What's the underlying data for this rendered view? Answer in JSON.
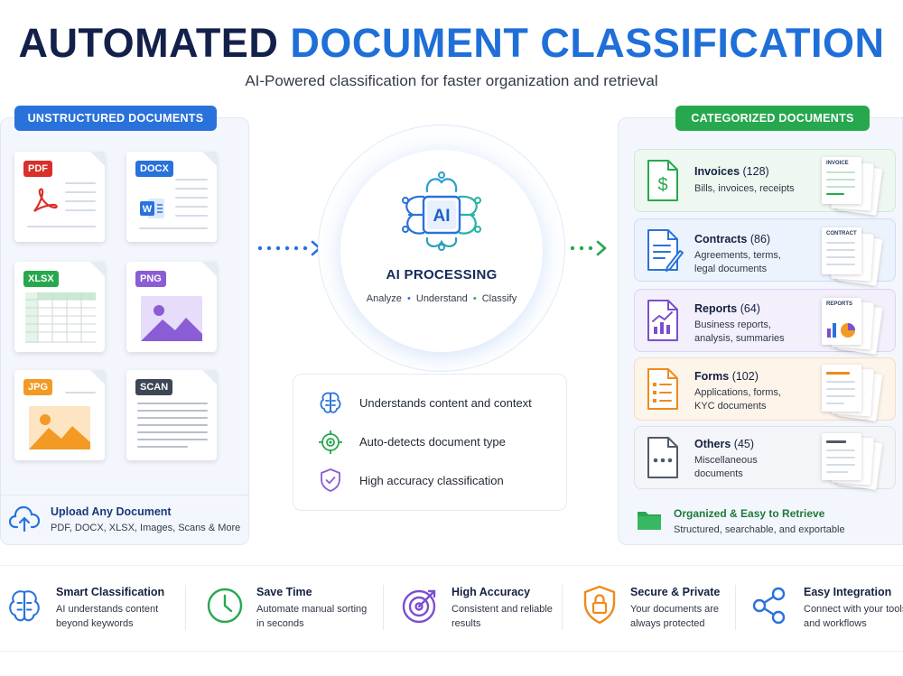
{
  "header": {
    "title_main": "AUTOMATED",
    "title_accent": "DOCUMENT CLASSIFICATION",
    "subtitle": "AI-Powered classification for faster organization and retrieval"
  },
  "left": {
    "heading": "UNSTRUCTURED DOCUMENTS",
    "docs": [
      {
        "tag": "PDF",
        "color": "#d9302a"
      },
      {
        "tag": "DOCX",
        "color": "#2a72db"
      },
      {
        "tag": "XLSX",
        "color": "#27a84f"
      },
      {
        "tag": "PNG",
        "color": "#8a5cd6"
      },
      {
        "tag": "JPG",
        "color": "#f29a24"
      },
      {
        "tag": "SCAN",
        "color": "#3d4654"
      }
    ],
    "upload_title": "Upload Any Document",
    "upload_sub": "PDF, DOCX, XLSX, Images, Scans & More"
  },
  "center": {
    "chip_text": "AI",
    "title": "AI PROCESSING",
    "steps": [
      "Analyze",
      "Understand",
      "Classify"
    ],
    "features": [
      {
        "icon": "brain-icon",
        "text": "Understands content and context"
      },
      {
        "icon": "target-icon",
        "text": "Auto-detects document type"
      },
      {
        "icon": "shield-check-icon",
        "text": "High accuracy classification"
      }
    ]
  },
  "right": {
    "heading": "CATEGORIZED DOCUMENTS",
    "categories": [
      {
        "name": "Invoices",
        "count": "(128)",
        "desc": "Bills, invoices, receipts",
        "thumb": "INVOICE",
        "color": "#27a84f",
        "bg": "#eef8f1",
        "border": "#cfe9d7"
      },
      {
        "name": "Contracts",
        "count": "(86)",
        "desc": "Agreements, terms, legal documents",
        "thumb": "CONTRACT",
        "color": "#2a72db",
        "bg": "#edf3fc",
        "border": "#cddcf5"
      },
      {
        "name": "Reports",
        "count": "(64)",
        "desc": "Business reports, analysis, summaries",
        "thumb": "REPORTS",
        "color": "#7b4fd0",
        "bg": "#f3effb",
        "border": "#ddd3f3"
      },
      {
        "name": "Forms",
        "count": "(102)",
        "desc": "Applications, forms, KYC documents",
        "thumb": "",
        "color": "#f08a1c",
        "bg": "#fdf4ea",
        "border": "#f5dcc0"
      },
      {
        "name": "Others",
        "count": "(45)",
        "desc": "Miscellaneous documents",
        "thumb": "",
        "color": "#505a68",
        "bg": "#f3f5f8",
        "border": "#dde2e9"
      }
    ],
    "org_title": "Organized & Easy to Retrieve",
    "org_sub": "Structured, searchable, and exportable"
  },
  "benefits": [
    {
      "icon": "brain-icon",
      "title": "Smart Classification",
      "sub1": "AI understands content",
      "sub2": "beyond keywords"
    },
    {
      "icon": "clock-icon",
      "title": "Save Time",
      "sub1": "Automate manual sorting",
      "sub2": "in seconds"
    },
    {
      "icon": "target-icon",
      "title": "High Accuracy",
      "sub1": "Consistent and reliable",
      "sub2": "results"
    },
    {
      "icon": "lock-icon",
      "title": "Secure & Private",
      "sub1": "Your documents are",
      "sub2": "always protected"
    },
    {
      "icon": "share-icon",
      "title": "Easy Integration",
      "sub1": "Connect with your tools",
      "sub2": "and workflows"
    }
  ],
  "colors": {
    "blue": "#2a72db",
    "green": "#27a84f",
    "navy": "#13214a"
  }
}
